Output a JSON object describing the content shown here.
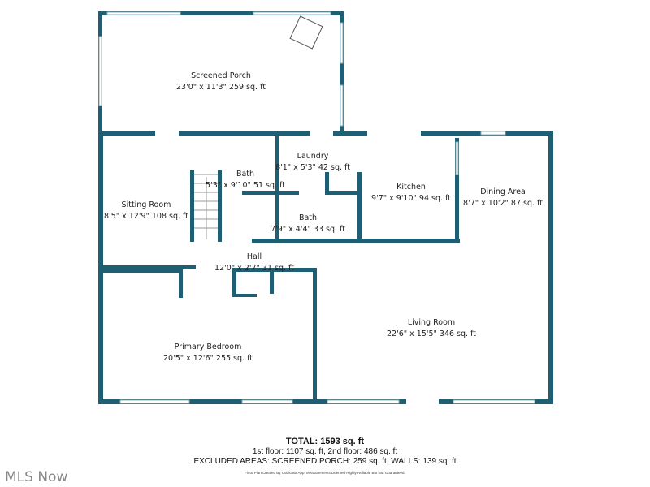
{
  "colors": {
    "wall": "#1f5f73"
  },
  "rooms": [
    {
      "name": "Screened Porch",
      "dims": "23'0\" x 11'3\" 259 sq. ft"
    },
    {
      "name": "Laundry",
      "dims": "8'1\" x 5'3\" 42 sq. ft"
    },
    {
      "name": "Bath",
      "dims": "5'3\" x 9'10\" 51 sq. ft"
    },
    {
      "name": "Sitting Room",
      "dims": "8'5\" x 12'9\" 108 sq. ft"
    },
    {
      "name": "Bath",
      "dims": "7'9\" x 4'4\" 33 sq. ft"
    },
    {
      "name": "Kitchen",
      "dims": "9'7\" x 9'10\" 94 sq. ft"
    },
    {
      "name": "Dining Area",
      "dims": "8'7\" x 10'2\" 87 sq. ft"
    },
    {
      "name": "Hall",
      "dims": "12'0\" x 2'7\" 31 sq. ft"
    },
    {
      "name": "Living Room",
      "dims": "22'6\" x 15'5\" 346 sq. ft"
    },
    {
      "name": "Primary Bedroom",
      "dims": "20'5\" x 12'6\" 255 sq. ft"
    }
  ],
  "summary": {
    "total": "TOTAL: 1593 sq. ft",
    "floors": "1st floor: 1107 sq. ft, 2nd floor: 486 sq. ft",
    "excluded": "EXCLUDED AREAS: SCREENED PORCH: 259 sq. ft, WALLS: 139 sq. ft",
    "disclaimer": "Floor Plan Created By Cubicasa App. Measurements Deemed Highly Reliable But Not Guaranteed."
  },
  "watermark": "MLS Now"
}
